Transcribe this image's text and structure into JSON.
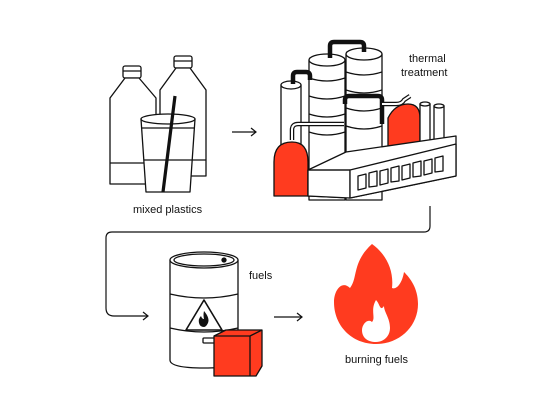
{
  "labels": {
    "mixed_plastics": "mixed plastics",
    "thermal_line1": "thermal",
    "thermal_line2": "treatment",
    "fuels": "fuels",
    "burning_fuels": "burning fuels"
  },
  "colors": {
    "accent": "#ff3b1f",
    "stroke": "#111111",
    "background": "#ffffff"
  },
  "icons": [
    "plastic-bottles-icon",
    "reactor-plant-icon",
    "fuel-barrel-icon",
    "fire-icon",
    "flame-hazard-icon",
    "arrow-right-icon"
  ]
}
